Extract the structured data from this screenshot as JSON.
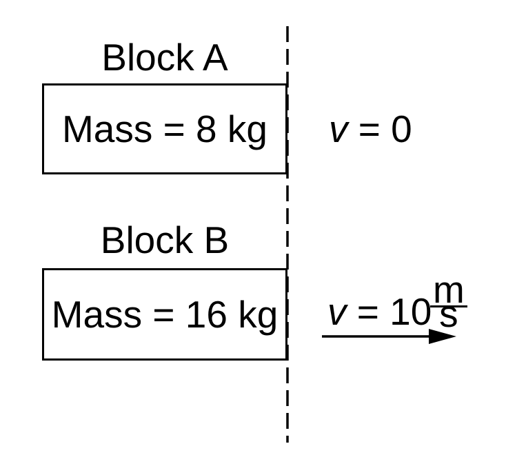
{
  "blocks": [
    {
      "label": "Block A",
      "mass_label": "Mass = 8 kg",
      "mass_kg": 8,
      "velocity": {
        "symbol": "v",
        "expression": " = 0",
        "value": 0
      }
    },
    {
      "label": "Block B",
      "mass_label": "Mass = 16 kg",
      "mass_kg": 16,
      "velocity": {
        "symbol": "v",
        "expression": " = 10",
        "value": 10,
        "unit_numerator": "m",
        "unit_denominator": "s",
        "direction": "right"
      }
    }
  ],
  "colors": {
    "ink": "#000000",
    "background": "#ffffff"
  }
}
